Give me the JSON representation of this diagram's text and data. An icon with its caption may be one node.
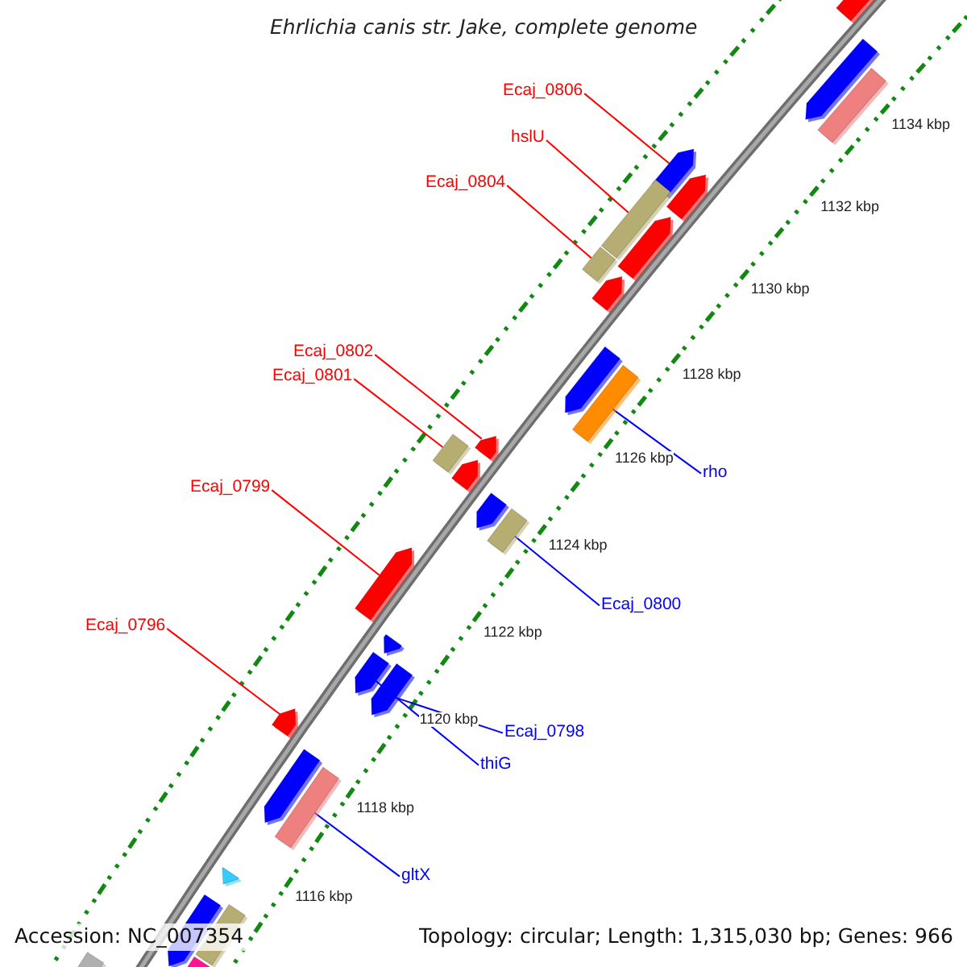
{
  "diagram": {
    "title": "Ehrlichia canis str. Jake, complete genome",
    "nodes": [
      {
        "text": [
          "Ecaj_0806"
        ]
      },
      {
        "text": [
          "hslU"
        ]
      },
      {
        "text": [
          "Ecaj_0804"
        ]
      },
      {
        "text": [
          "Ecaj_0802"
        ]
      },
      {
        "text": [
          "Ecaj_0801"
        ]
      },
      {
        "text": [
          "rho"
        ]
      },
      {
        "text": [
          "Ecaj_0800"
        ]
      },
      {
        "text": [
          "Ecaj_0799"
        ]
      },
      {
        "text": [
          "Ecaj_0798"
        ]
      },
      {
        "text": [
          "thiG"
        ]
      },
      {
        "text": [
          "Ecaj_0796"
        ]
      },
      {
        "text": [
          "gltX"
        ]
      },
      {
        "text": [],
        "shape": "bar"
      },
      {
        "text": [],
        "shape": "bar"
      },
      {
        "text": [],
        "shape": "bar"
      },
      {
        "text": [],
        "shape": "bar"
      },
      {
        "text": [],
        "shape": "bar"
      },
      {
        "text": [],
        "shape": "bar"
      },
      {
        "text": [],
        "shape": "bar"
      },
      {
        "text": [],
        "shape": "bar"
      },
      {
        "text": [],
        "shape": "bar"
      },
      {
        "text": [],
        "shape": "bar"
      },
      {
        "text": [],
        "shape": "bar"
      },
      {
        "text": [],
        "shape": "bar"
      },
      {
        "text": [],
        "shape": "bar"
      },
      {
        "text": [],
        "shape": "bar"
      },
      {
        "text": [],
        "shape": "bar"
      },
      {
        "text": [],
        "shape": "bar"
      },
      {
        "text": [],
        "shape": "bar"
      },
      {
        "text": [],
        "shape": "bar"
      },
      {
        "text": [],
        "shape": "bar"
      },
      {
        "text": [],
        "shape": "bar"
      },
      {
        "text": [],
        "shape": "bar"
      },
      {
        "text": [],
        "shape": "bar"
      },
      {
        "text": [],
        "shape": "bar"
      },
      {
        "text": [],
        "shape": "bar"
      },
      {
        "text": [],
        "shape": "bar"
      },
      {
        "text": [],
        "shape": "bar"
      },
      {
        "text": [],
        "shape": "bar"
      },
      {
        "text": [],
        "shape": "bar"
      }
    ],
    "edges": [
      {
        "from": 0,
        "to": 15,
        "arrow": "none"
      },
      {
        "from": 1,
        "to": 17,
        "arrow": "none"
      },
      {
        "from": 2,
        "to": 19,
        "arrow": "none"
      },
      {
        "from": 3,
        "to": 23,
        "arrow": "none"
      },
      {
        "from": 4,
        "to": 24,
        "arrow": "none"
      },
      {
        "from": 5,
        "to": 22,
        "arrow": "none",
        "color": "#0000ff"
      },
      {
        "from": 6,
        "to": 27,
        "arrow": "none",
        "color": "#0000ff"
      },
      {
        "from": 7,
        "to": 28,
        "arrow": "none"
      },
      {
        "from": 8,
        "to": 30,
        "arrow": "none",
        "color": "#0000ff"
      },
      {
        "from": 9,
        "to": 31,
        "arrow": "none",
        "color": "#0000ff"
      },
      {
        "from": 10,
        "to": 32,
        "arrow": "none"
      },
      {
        "from": 11,
        "to": 34,
        "arrow": "none",
        "color": "#0000ff"
      }
    ],
    "labels": [
      "1134 kbp",
      "1132 kbp",
      "1130 kbp",
      "1128 kbp",
      "1126 kbp",
      "1124 kbp",
      "1122 kbp",
      "1120 kbp",
      "1118 kbp",
      "1116 kbp",
      "Accession: NC_007354",
      "Topology: circular; Length: 1,315,030 bp; Genes: 966"
    ]
  }
}
